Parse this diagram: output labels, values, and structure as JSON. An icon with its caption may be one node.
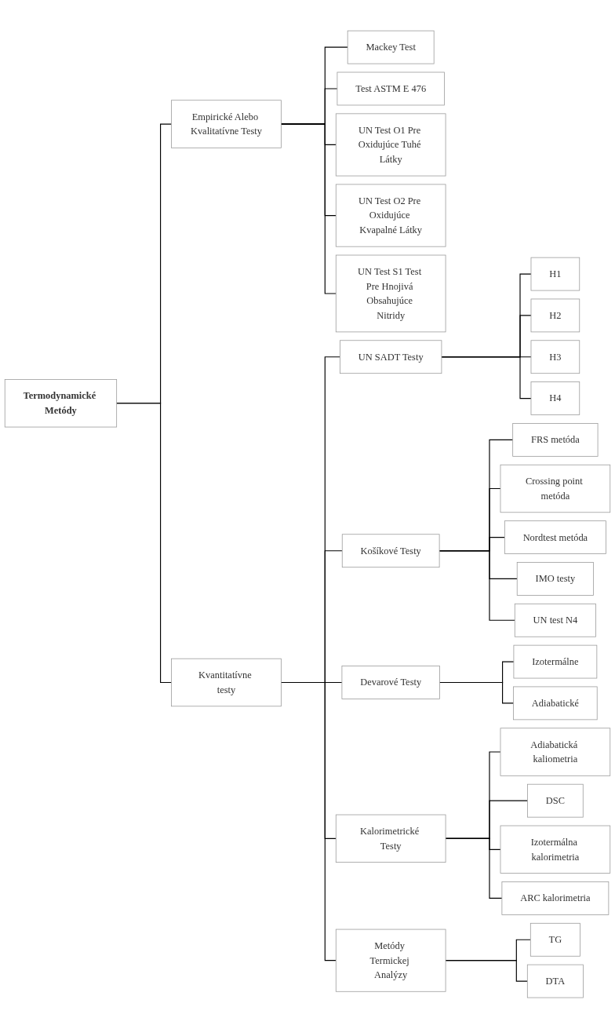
{
  "diagram": {
    "nodes": [
      {
        "text": [
          "Termodynamické Metódy"
        ]
      },
      {
        "text": [
          "Empirické Alebo Kvalitatívne Testy"
        ]
      },
      {
        "text": [
          "Mackey Test"
        ]
      },
      {
        "text": [
          "Test ASTM E 476"
        ]
      },
      {
        "text": [
          "UN Test O1 Pre Oxidujúce Tuhé Látky"
        ]
      },
      {
        "text": [
          "UN Test O2 Pre Oxidujúce Kvapalné Látky"
        ]
      },
      {
        "text": [
          "UN Test S1 Test Pre Hnojivá Obsahujúce Nitridy"
        ]
      },
      {
        "text": [
          "Kvantitatívne testy"
        ]
      },
      {
        "text": [
          "UN SADT Testy"
        ]
      },
      {
        "text": [
          "H1"
        ]
      },
      {
        "text": [
          "H2"
        ]
      },
      {
        "text": [
          "H3"
        ]
      },
      {
        "text": [
          "H4"
        ]
      },
      {
        "text": [
          "Košíkové Testy"
        ]
      },
      {
        "text": [
          "FRS metóda"
        ]
      },
      {
        "text": [
          "Crossing point metóda"
        ]
      },
      {
        "text": [
          "Nordtest metóda"
        ]
      },
      {
        "text": [
          "IMO testy"
        ]
      },
      {
        "text": [
          "UN test N4"
        ]
      },
      {
        "text": [
          "Devarové Testy"
        ]
      },
      {
        "text": [
          "Izotermálne"
        ]
      },
      {
        "text": [
          "Adiabatické"
        ]
      },
      {
        "text": [
          "Kalorimetrické Testy"
        ]
      },
      {
        "text": [
          "Adiabatická kaliometria"
        ]
      },
      {
        "text": [
          "DSC"
        ]
      },
      {
        "text": [
          "Izotermálna kalorimetria"
        ]
      },
      {
        "text": [
          "ARC kalorimetria"
        ]
      },
      {
        "text": [
          "Metódy Termickej Analýzy"
        ]
      },
      {
        "text": [
          "TG"
        ]
      },
      {
        "text": [
          "DTA"
        ]
      }
    ],
    "edges": [
      {
        "from": 0,
        "to": 1,
        "arrow": "none"
      },
      {
        "from": 1,
        "to": 2,
        "arrow": "none"
      },
      {
        "from": 1,
        "to": 3,
        "arrow": "none"
      },
      {
        "from": 1,
        "to": 4,
        "arrow": "none"
      },
      {
        "from": 1,
        "to": 5,
        "arrow": "none"
      },
      {
        "from": 1,
        "to": 6,
        "arrow": "none"
      },
      {
        "from": 0,
        "to": 7,
        "arrow": "none"
      },
      {
        "from": 7,
        "to": 8,
        "arrow": "none"
      },
      {
        "from": 8,
        "to": 9,
        "arrow": "none"
      },
      {
        "from": 8,
        "to": 10,
        "arrow": "none"
      },
      {
        "from": 8,
        "to": 11,
        "arrow": "none"
      },
      {
        "from": 8,
        "to": 12,
        "arrow": "none"
      },
      {
        "from": 7,
        "to": 13,
        "arrow": "none"
      },
      {
        "from": 13,
        "to": 14,
        "arrow": "none"
      },
      {
        "from": 13,
        "to": 15,
        "arrow": "none"
      },
      {
        "from": 13,
        "to": 16,
        "arrow": "none"
      },
      {
        "from": 13,
        "to": 17,
        "arrow": "none"
      },
      {
        "from": 13,
        "to": 18,
        "arrow": "none"
      },
      {
        "from": 7,
        "to": 19,
        "arrow": "none"
      },
      {
        "from": 19,
        "to": 20,
        "arrow": "none"
      },
      {
        "from": 19,
        "to": 21,
        "arrow": "none"
      },
      {
        "from": 7,
        "to": 22,
        "arrow": "none"
      },
      {
        "from": 22,
        "to": 23,
        "arrow": "none"
      },
      {
        "from": 22,
        "to": 24,
        "arrow": "none"
      },
      {
        "from": 22,
        "to": 25,
        "arrow": "none"
      },
      {
        "from": 22,
        "to": 26,
        "arrow": "none"
      },
      {
        "from": 7,
        "to": 27,
        "arrow": "none"
      },
      {
        "from": 27,
        "to": 28,
        "arrow": "none"
      },
      {
        "from": 27,
        "to": 29,
        "arrow": "none"
      }
    ]
  }
}
